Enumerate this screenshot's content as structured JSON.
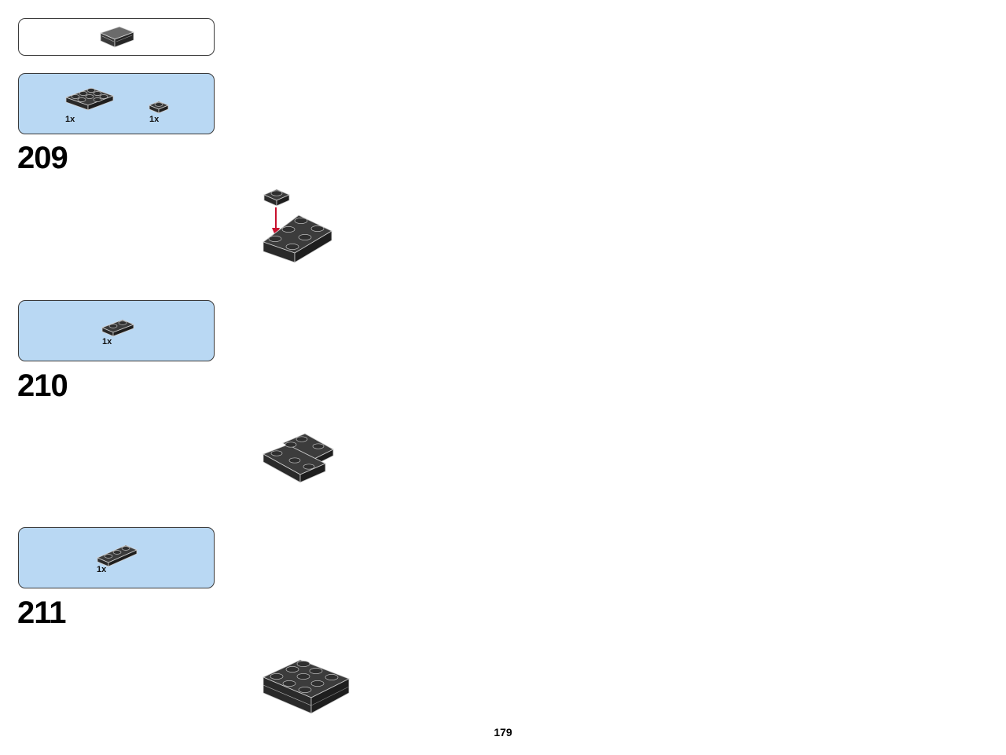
{
  "page": {
    "number": "179"
  },
  "submodel_callout": {
    "icon": "submodel-preview-icon"
  },
  "steps": [
    {
      "number": "209",
      "parts": [
        {
          "icon": "plate-2x3-black-icon",
          "qty": "1x"
        },
        {
          "icon": "plate-1x1-black-icon",
          "qty": "1x"
        }
      ],
      "model_icon": "assembly-step-209-icon"
    },
    {
      "number": "210",
      "parts": [
        {
          "icon": "plate-1x2-black-icon",
          "qty": "1x"
        }
      ],
      "model_icon": "assembly-step-210-icon"
    },
    {
      "number": "211",
      "parts": [
        {
          "icon": "plate-1x3-black-icon",
          "qty": "1x"
        }
      ],
      "model_icon": "assembly-step-211-icon"
    }
  ],
  "colors": {
    "parts_panel": "#b9d8f3",
    "brick": "#2b2b2b",
    "arrow": "#c8102e"
  }
}
